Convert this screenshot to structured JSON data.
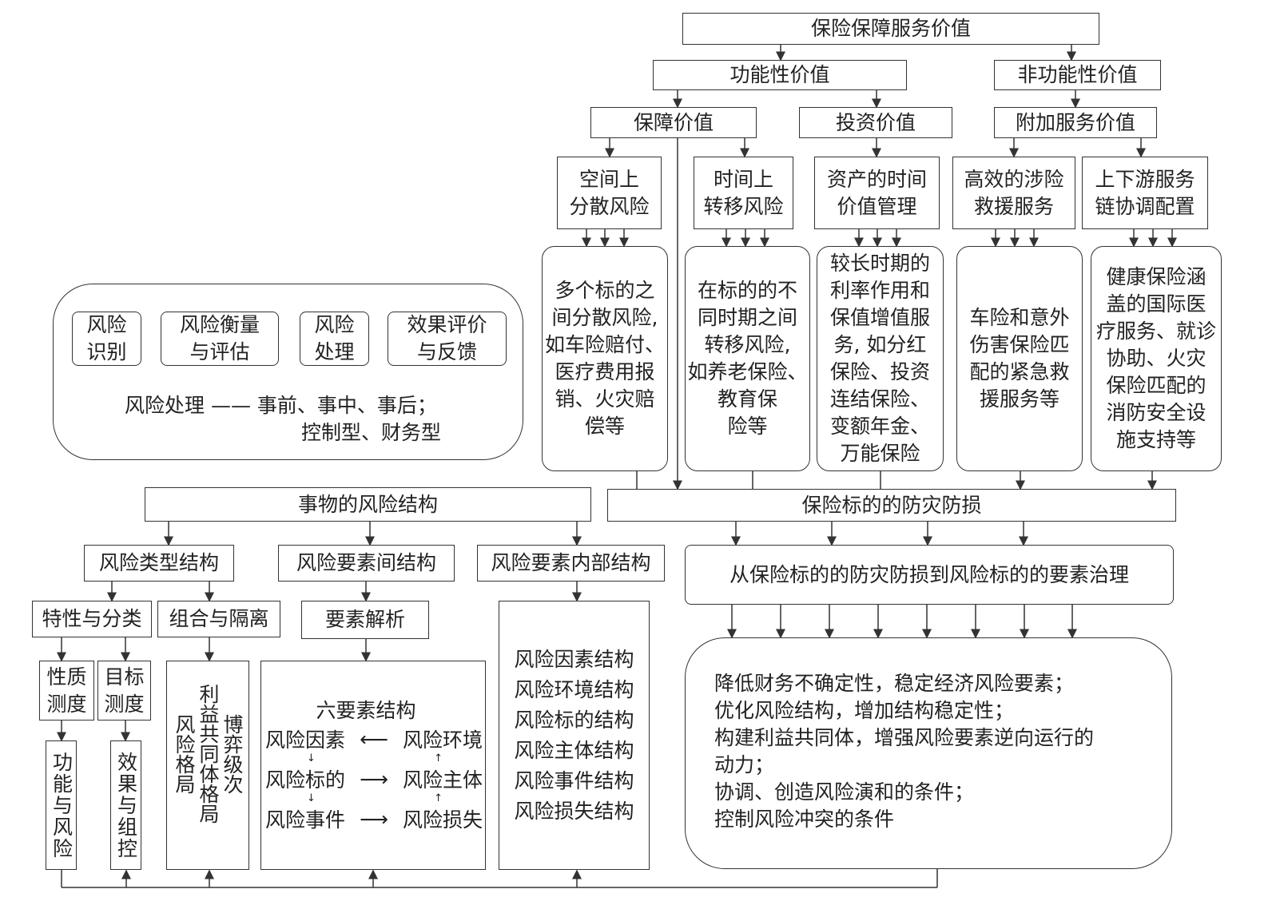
{
  "root": "保险保障服务价值",
  "functional": "功能性价值",
  "non_functional": "非功能性价值",
  "guarantee": "保障价值",
  "investment": "投资价值",
  "additional": "附加服务价值",
  "l3": [
    "空间上\n分散风险",
    "时间上\n转移风险",
    "资产的时间\n价值管理",
    "高效的涉险\n救援服务",
    "上下游服务\n链协调配置"
  ],
  "l4": [
    "多个标的之\n间分散风险,\n如车险赔付、\n医疗费用报\n销、火灾赔\n偿等",
    "在标的的不\n同时期之间\n转移风险,\n如养老保险、\n教育保\n险等",
    "较长时期的\n利率作用和\n保值增值服\n务, 如分红\n保险、投资\n连结保险、\n变额年金、\n万能保险",
    "车险和意外\n伤害保险匹\n配的紧急救\n援服务等",
    "健康保险涵\n盖的国际医\n疗服务、就诊\n协助、火灾\n保险匹配的\n消防安全设\n施支持等"
  ],
  "process": {
    "steps": [
      "风险\n识别",
      "风险衡量\n与评估",
      "风险\n处理",
      "效果评价\n与反馈"
    ],
    "line1": "风险处理 —— 事前、事中、事后；",
    "line2": "控制型、财务型"
  },
  "risk_structure": "事物的风险结构",
  "disaster": "保险标的的防灾防损",
  "type_structure": "风险类型结构",
  "inter_structure": "风险要素间结构",
  "inner_structure": "风险要素内部结构",
  "governance": "从保险标的的防灾防损到风险标的的要素治理",
  "traits": "特性与分类",
  "combo": "组合与隔离",
  "analysis": "要素解析",
  "nature": "性质\n测度",
  "target": "目标\n测度",
  "func_risk": "功能与风险",
  "effect": "效果与组控",
  "pattern": "风险格局利益共同体格局博弈级次",
  "six": {
    "title": "六要素结构",
    "a": "风险因素",
    "b": "风险环境",
    "c": "风险标的",
    "d": "风险主体",
    "e": "风险事件",
    "f": "风险损失",
    "arrow_left": "⟵",
    "arrow_right": "⟶",
    "down": "↓",
    "up": "↑"
  },
  "inner_list": [
    "风险因素结构",
    "风险环境结构",
    "风险标的结构",
    "风险主体结构",
    "风险事件结构",
    "风险损失结构"
  ],
  "outcomes": [
    "降低财务不确定性，稳定经济风险要素；",
    "优化风险结构，增加结构稳定性；",
    "构建利益共同体，增强风险要素逆向运行的",
    "动力；",
    "协调、创造风险演和的条件；",
    "控制风险冲突的条件"
  ]
}
